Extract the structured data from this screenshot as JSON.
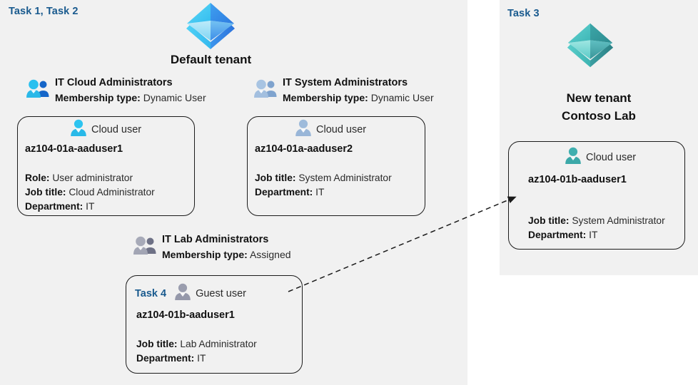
{
  "panels": {
    "left": {
      "task_label": "Task 1, Task 2"
    },
    "right": {
      "task_label": "Task 3"
    }
  },
  "tenants": [
    {
      "icon": "azure-ad-tenant-icon",
      "title": "Default tenant",
      "color": "#3FA7F0"
    },
    {
      "icon": "azure-ad-tenant-icon",
      "title_line1": "New  tenant",
      "title_line2": "Contoso Lab",
      "color": "#3FBFBF"
    }
  ],
  "groups": [
    {
      "icon": "group-users-icon",
      "name": "IT Cloud Administrators",
      "membership_key": "Membership type:",
      "membership_value": "Dynamic User"
    },
    {
      "icon": "group-users-icon",
      "name": "IT System Administrators",
      "membership_key": "Membership type:",
      "membership_value": "Dynamic User"
    },
    {
      "icon": "group-users-icon",
      "name": "IT Lab Administrators",
      "membership_key": "Membership type:",
      "membership_value": "Assigned"
    }
  ],
  "cards": [
    {
      "head_icon": "cloud-user-icon",
      "head_label": "Cloud user",
      "username": "az104-01a-aaduser1",
      "attrs": [
        {
          "key": "Role:",
          "value": "User administrator"
        },
        {
          "key": "Job title:",
          "value": "Cloud Administrator"
        },
        {
          "key": "Department:",
          "value": "IT"
        }
      ]
    },
    {
      "head_icon": "cloud-user-icon",
      "head_label": "Cloud user",
      "username": "az104-01a-aaduser2",
      "attrs": [
        {
          "key": "Job title:",
          "value": "System Administrator"
        },
        {
          "key": "Department:",
          "value": "IT"
        }
      ]
    },
    {
      "task_inline": "Task 4",
      "head_icon": "guest-user-icon",
      "head_label": "Guest user",
      "username": "az104-01b-aaduser1",
      "attrs": [
        {
          "key": "Job title:",
          "value": "Lab Administrator"
        },
        {
          "key": "Department:",
          "value": "IT"
        }
      ]
    },
    {
      "head_icon": "cloud-user-icon",
      "head_label": "Cloud user",
      "username": "az104-01b-aaduser1",
      "attrs": [
        {
          "key": "Job title:",
          "value": "System Administrator"
        },
        {
          "key": "Department:",
          "value": "IT"
        }
      ]
    }
  ],
  "connector": {
    "name": "guest-user-invite-arrow",
    "style": "dashed",
    "from": "az104-01b-aaduser1 guest user card",
    "to": "Contoso Lab cloud user card"
  },
  "colors": {
    "panel_bg": "#f1f1f1",
    "task_blue": "#195A8E",
    "tenant_blue": "#3FA7F0",
    "tenant_teal": "#3FBFBF",
    "card_border": "#1b1b1b"
  }
}
